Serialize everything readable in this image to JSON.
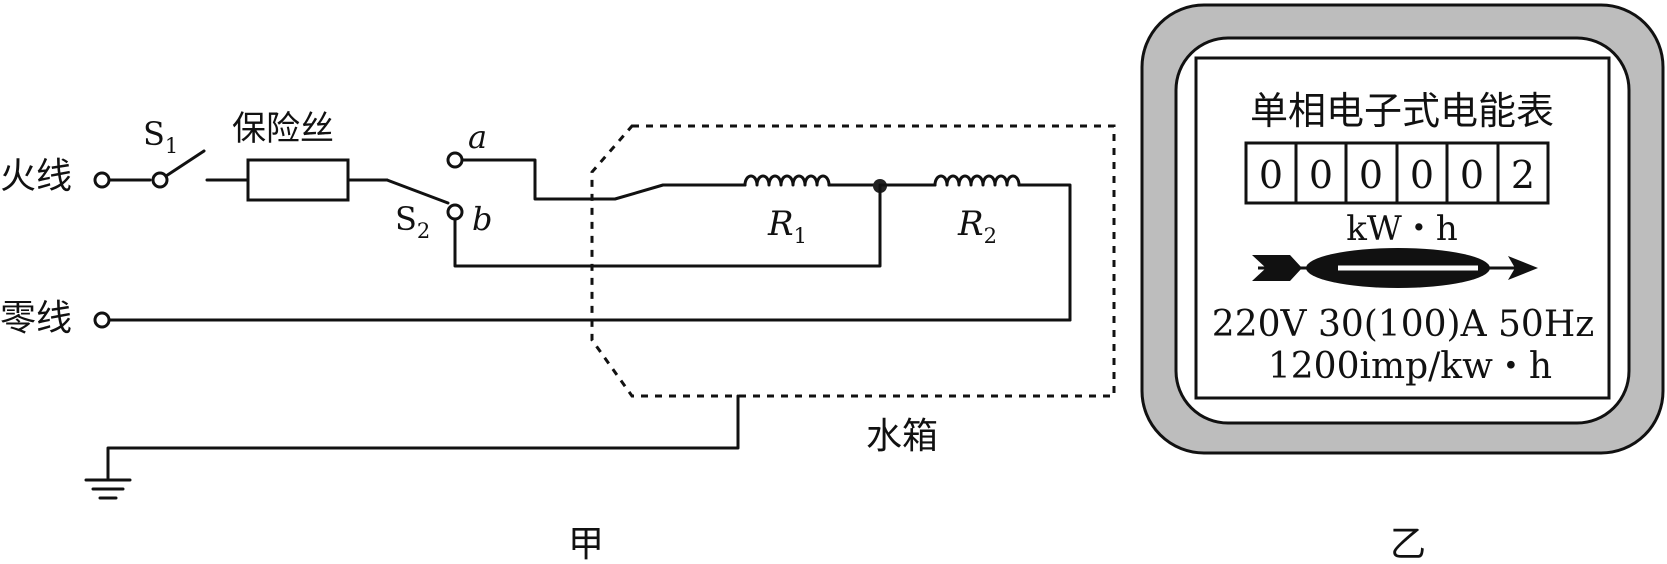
{
  "figure_a": {
    "live_wire": "火线",
    "neutral_wire": "零线",
    "switch_s1": "S",
    "switch_s1_sub": "1",
    "fuse": "保险丝",
    "switch_s2": "S",
    "switch_s2_sub": "2",
    "contact_a": "a",
    "contact_b": "b",
    "resistor_r1": "R",
    "resistor_r1_sub": "1",
    "resistor_r2": "R",
    "resistor_r2_sub": "2",
    "tank": "水箱",
    "caption": "甲"
  },
  "figure_b": {
    "meter_title": "单相电子式电能表",
    "digits": [
      "0",
      "0",
      "0",
      "0",
      "0",
      "2"
    ],
    "unit": "kW・h",
    "rating": "220V 30(100)A 50Hz",
    "impulse": "1200imp/kw・h",
    "caption": "乙"
  }
}
